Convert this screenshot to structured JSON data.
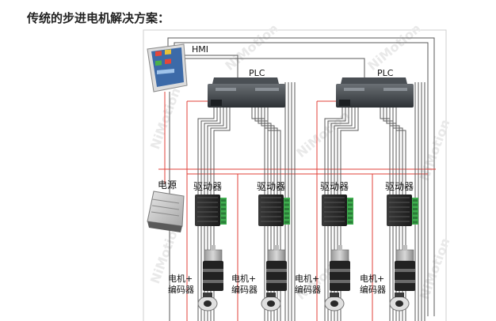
{
  "heading": "传统的步进电机解决方案：",
  "labels": {
    "hmi": "HMI",
    "plc": "PLC",
    "power": "电源",
    "driver": "驱动器",
    "motor_line1": "电机+",
    "motor_line2": "编码器"
  },
  "watermark": "NiMotion",
  "colors": {
    "signal_wire": "#5a5a5a",
    "power_wire": "#e0403a",
    "frame": "#cfcfcf"
  }
}
